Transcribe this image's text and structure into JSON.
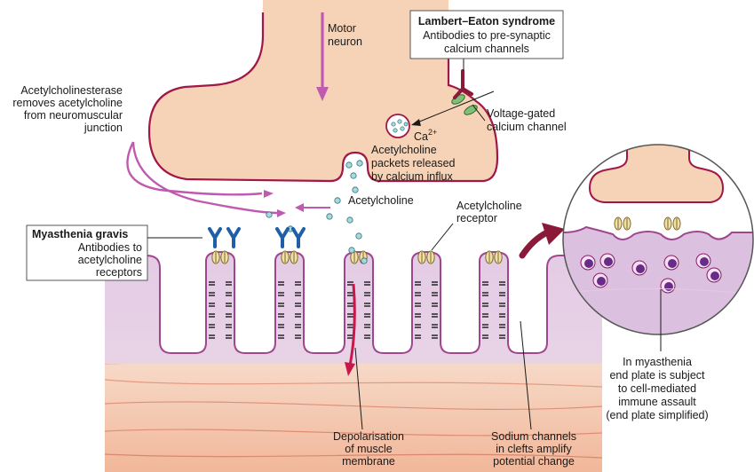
{
  "colors": {
    "neuron_fill": "#f6d3b6",
    "neuron_stroke": "#a01848",
    "muscle_fill": "#dcc0df",
    "muscle_stroke": "#a0468f",
    "muscle_fiber_fill": "#f4cdb7",
    "pathway_arrow": "#c05ab0",
    "antibody_blue": "#1f5fa8",
    "antibody_maroon": "#8b1a3a",
    "vesicle_fill": "#a9d8dd",
    "receptor_fill": "#f2e0a8",
    "calcium_channel_fill": "#7fbf7a"
  },
  "labels": {
    "motor_neuron": [
      "Motor",
      "neuron"
    ],
    "lambert_eaton_title": "Lambert–Eaton syndrome",
    "lambert_eaton_desc": [
      "Antibodies to pre-synaptic",
      "calcium channels"
    ],
    "acetylcholinesterase": [
      "Acetylcholinesterase",
      "removes acetylcholine",
      "from neuromuscular",
      "junction"
    ],
    "voltage_gated": [
      "Voltage-gated",
      "calcium channel"
    ],
    "ca_base": "Ca",
    "ca_sup": "2+",
    "ach_packets": [
      "Acetylcholine",
      "packets released",
      "by calcium influx"
    ],
    "acetylcholine": "Acetylcholine",
    "ach_receptor": [
      "Acetylcholine",
      "receptor"
    ],
    "myasthenia_title": "Myasthenia gravis",
    "myasthenia_desc": [
      "Antibodies to",
      "acetylcholine",
      "receptors"
    ],
    "depolarisation": [
      "Depolarisation",
      "of muscle",
      "membrane"
    ],
    "sodium_channels": [
      "Sodium channels",
      "in clefts amplify",
      "potential change"
    ],
    "inset_caption": [
      "In myasthenia",
      "end plate is subject",
      "to cell-mediated",
      "immune assault",
      "(end plate simplified)"
    ]
  }
}
